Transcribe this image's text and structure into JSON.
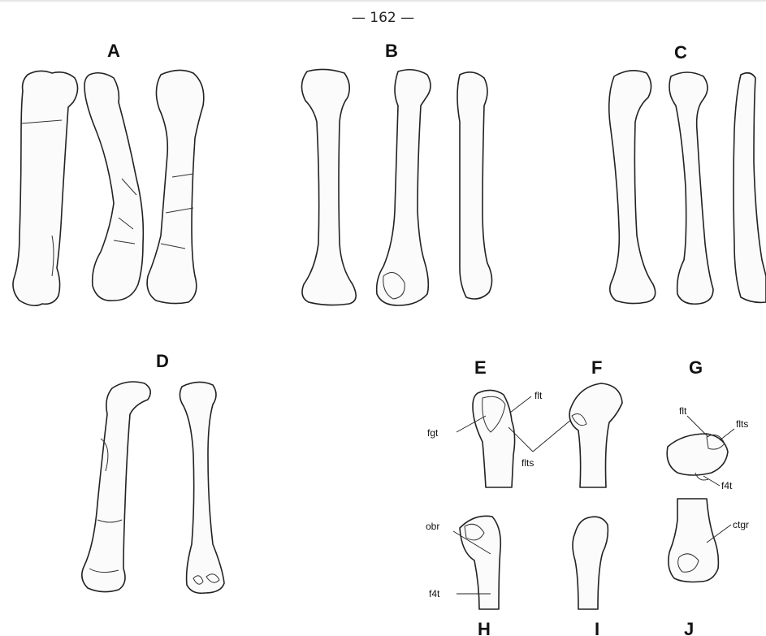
{
  "page_number": "— 162 —",
  "panels": {
    "A": "A",
    "B": "B",
    "C": "C",
    "D": "D",
    "E": "E",
    "F": "F",
    "G": "G",
    "H": "H",
    "I": "I",
    "J": "J"
  },
  "annotations": {
    "fgt": "fgt",
    "flt_e": "flt",
    "flts_ef": "flts",
    "flt_g": "flt",
    "flts_g": "flts",
    "f4t_g": "f4t",
    "obr": "obr",
    "f4t_h": "f4t",
    "ctgr": "ctgr"
  }
}
